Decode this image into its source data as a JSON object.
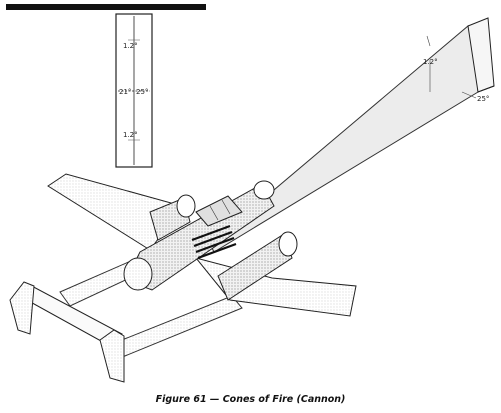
{
  "caption": "Figure 61 — Cones of Fire (Cannon)",
  "pattern_labels": {
    "top": "1.2°",
    "bottom": "1.2°",
    "left": "21°",
    "right": "25°"
  },
  "cone_labels": {
    "vertical": "1.2°",
    "horizontal": "25°"
  }
}
